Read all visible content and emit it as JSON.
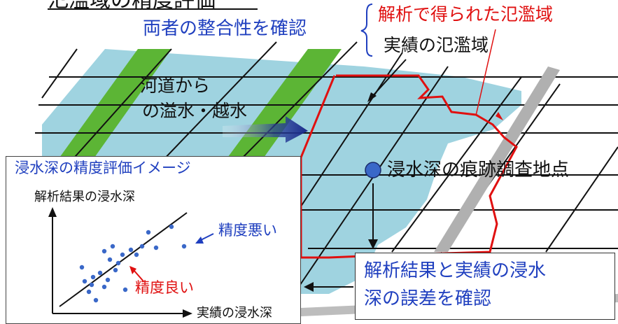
{
  "header": {
    "title": "氾濫域の精度評価",
    "consistency_label": "両者の整合性を確認"
  },
  "legend": {
    "analyzed_area": "解析で得られた氾濫域",
    "actual_area": "実績の氾濫域"
  },
  "river": {
    "overflow_line1": "河道から",
    "overflow_line2": "の溢水・越水"
  },
  "survey": {
    "trace_point": "浸水深の痕跡調査地点"
  },
  "accuracy_panel": {
    "title": "浸水深の精度評価イメージ",
    "y_axis": "解析結果の浸水深",
    "x_axis": "実績の浸水深",
    "bad_label": "精度悪い",
    "good_label": "精度良い"
  },
  "error_box": {
    "line1": "解析結果と実績の浸水",
    "line2": "深の誤差を確認"
  },
  "colors": {
    "water": "#9fd3e0",
    "levee_green": "#5cb535",
    "analyzed_red": "#e01010",
    "accent_blue": "#1f3fbf",
    "point_blue": "#3a68c8"
  }
}
